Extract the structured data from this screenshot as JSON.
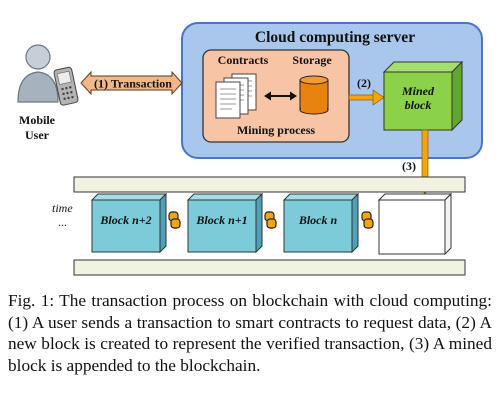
{
  "colors": {
    "cloud_fill": "#a9c6ec",
    "cloud_stroke": "#4a74c8",
    "mining_fill": "#f7c5a6",
    "arrow_fill": "#f3b789",
    "storage_fill": "#e8830f",
    "mined_fill": "#8bd14a",
    "block_fill": "#7ccbd8",
    "link_fill": "#f2a60a",
    "rail_fill": "#f2f2e2"
  },
  "icons": {
    "user": "person-icon",
    "phone": "mobile-phone-icon",
    "contracts": "documents-icon",
    "storage": "database-cylinder-icon",
    "link": "chain-link-icon"
  },
  "labels": {
    "cloud_title": "Cloud computing server",
    "contracts": "Contracts",
    "storage": "Storage",
    "mining_process": "Mining process",
    "transaction": "(1) Transaction",
    "step2": "(2)",
    "step3": "(3)",
    "mined_line1": "Mined",
    "mined_line2": "block",
    "user_line1": "Mobile",
    "user_line2": "User",
    "time": "time",
    "ellipsis": "...",
    "blocks": [
      "Block n+2",
      "Block n+1",
      "Block n"
    ]
  },
  "caption": "Fig. 1: The transaction process on blockchain with cloud computing: (1) A user sends a transaction to smart contracts to request data, (2) A new block is created to represent the verified transaction, (3) A mined block is appended to the blockchain."
}
